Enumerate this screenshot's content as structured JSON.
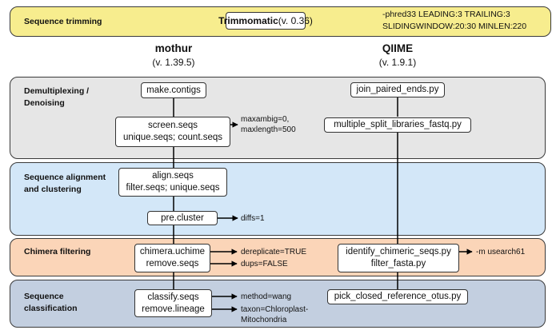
{
  "trimming": {
    "stage": "Sequence trimming",
    "tool": "Trimmomatic",
    "version": "(v. 0.36)",
    "params": [
      "-phred33 LEADING:3 TRAILING:3",
      "SLIDINGWINDOW:20:30 MINLEN:220"
    ]
  },
  "pipelines": {
    "mothur": {
      "name": "mothur",
      "version": "(v. 1.39.5)"
    },
    "qiime": {
      "name": "QIIME",
      "version": "(v. 1.9.1)"
    }
  },
  "stages": {
    "demux": {
      "label": [
        "Demultiplexing /",
        "Denoising"
      ],
      "mothur": {
        "box1": "make.contigs",
        "box2": [
          "screen.seqs",
          "unique.seqs; count.seqs"
        ],
        "opt": [
          "maxambig=0,",
          "maxlength=500"
        ]
      },
      "qiime": {
        "box1": "join_paired_ends.py",
        "box2": "multiple_split_libraries_fastq.py"
      }
    },
    "align": {
      "label": [
        "Sequence alignment",
        "and clustering"
      ],
      "mothur": {
        "box1": [
          "align.seqs",
          "filter.seqs; unique.seqs"
        ],
        "box2": "pre.cluster",
        "opt": "diffs=1"
      }
    },
    "chimera": {
      "label": [
        "Chimera filtering"
      ],
      "mothur": {
        "box": [
          "chimera.uchime",
          "remove.seqs"
        ],
        "opt1": "dereplicate=TRUE",
        "opt2": "dups=FALSE"
      },
      "qiime": {
        "box": [
          "identify_chimeric_seqs.py",
          "filter_fasta.py"
        ],
        "opt": "-m usearch61"
      }
    },
    "classify": {
      "label": [
        "Sequence",
        "classification"
      ],
      "mothur": {
        "box": [
          "classify.seqs",
          "remove.lineage"
        ],
        "opt1": "method=wang",
        "opt2": [
          "taxon=Chloroplast-",
          "Mitochondria"
        ]
      },
      "qiime": {
        "box": "pick_closed_reference_otus.py"
      }
    }
  },
  "colors": {
    "trimming": "#f7ed8e",
    "demux": "#e6e6e6",
    "align": "#d3e7f8",
    "chimera": "#fbd5b8",
    "classify": "#c3cfe0"
  }
}
